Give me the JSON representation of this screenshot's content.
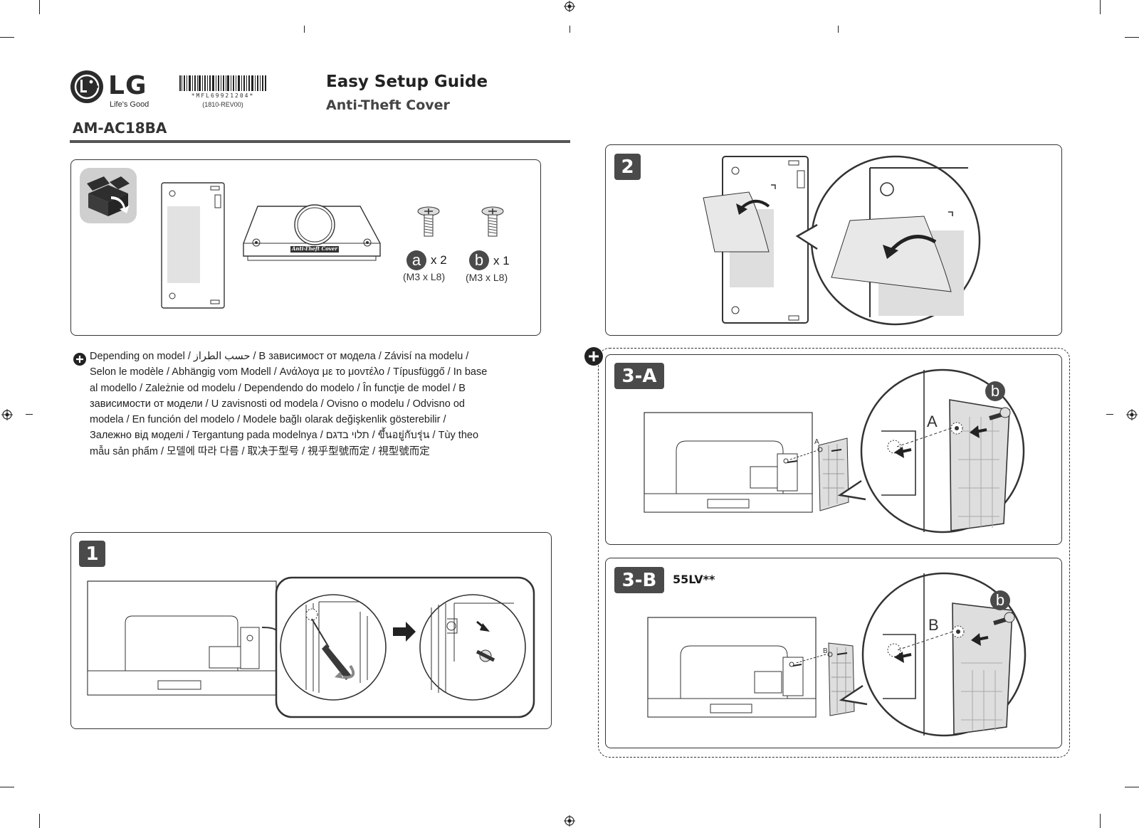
{
  "brand": {
    "name": "LG",
    "tagline": "Life's Good"
  },
  "barcode": {
    "code": "*MFL69921204*",
    "revision": "(1810-REV00)"
  },
  "model": "AM-AC18BA",
  "guide": {
    "title": "Easy Setup Guide",
    "subtitle": "Anti-Theft Cover"
  },
  "contents": {
    "cover_label": "Anti-Theft Cover",
    "screw_a": {
      "letter": "a",
      "qty": "x 2",
      "spec": "(M3 x L8)"
    },
    "screw_b": {
      "letter": "b",
      "qty": "x 1",
      "spec": "(M3 x L8)"
    }
  },
  "note": {
    "text": "Depending on model / حسب الطراز / В зависимост от модела / Závisí na modelu / Selon le modèle / Abhängig vom Modell / Ανάλογα με το μοντέλο / Típusfüggő / In base al modello / Zależnie od modelu / Dependendo do modelo / În funcţie de model / В зависимости от модели / U zavisnosti od modela / Ovisno o modelu / Odvisno od modela / En función del modelo / Modele bağlı olarak değişkenlik gösterebilir / Залежно від моделі / Tergantung pada modelnya / תלוי בדגם / ขึ้นอยู่กับรุ่น / Tùy theo mẫu sản phẩm / 모델에 따라 다름 / 取决于型号 / 視乎型號而定 / 視型號而定"
  },
  "steps": {
    "step1": "1",
    "step2": "2",
    "step3a": "3-A",
    "step3b": "3-B",
    "step3b_model": "55LV**",
    "label_a": "A",
    "label_b": "B",
    "screw_b_letter": "b"
  }
}
